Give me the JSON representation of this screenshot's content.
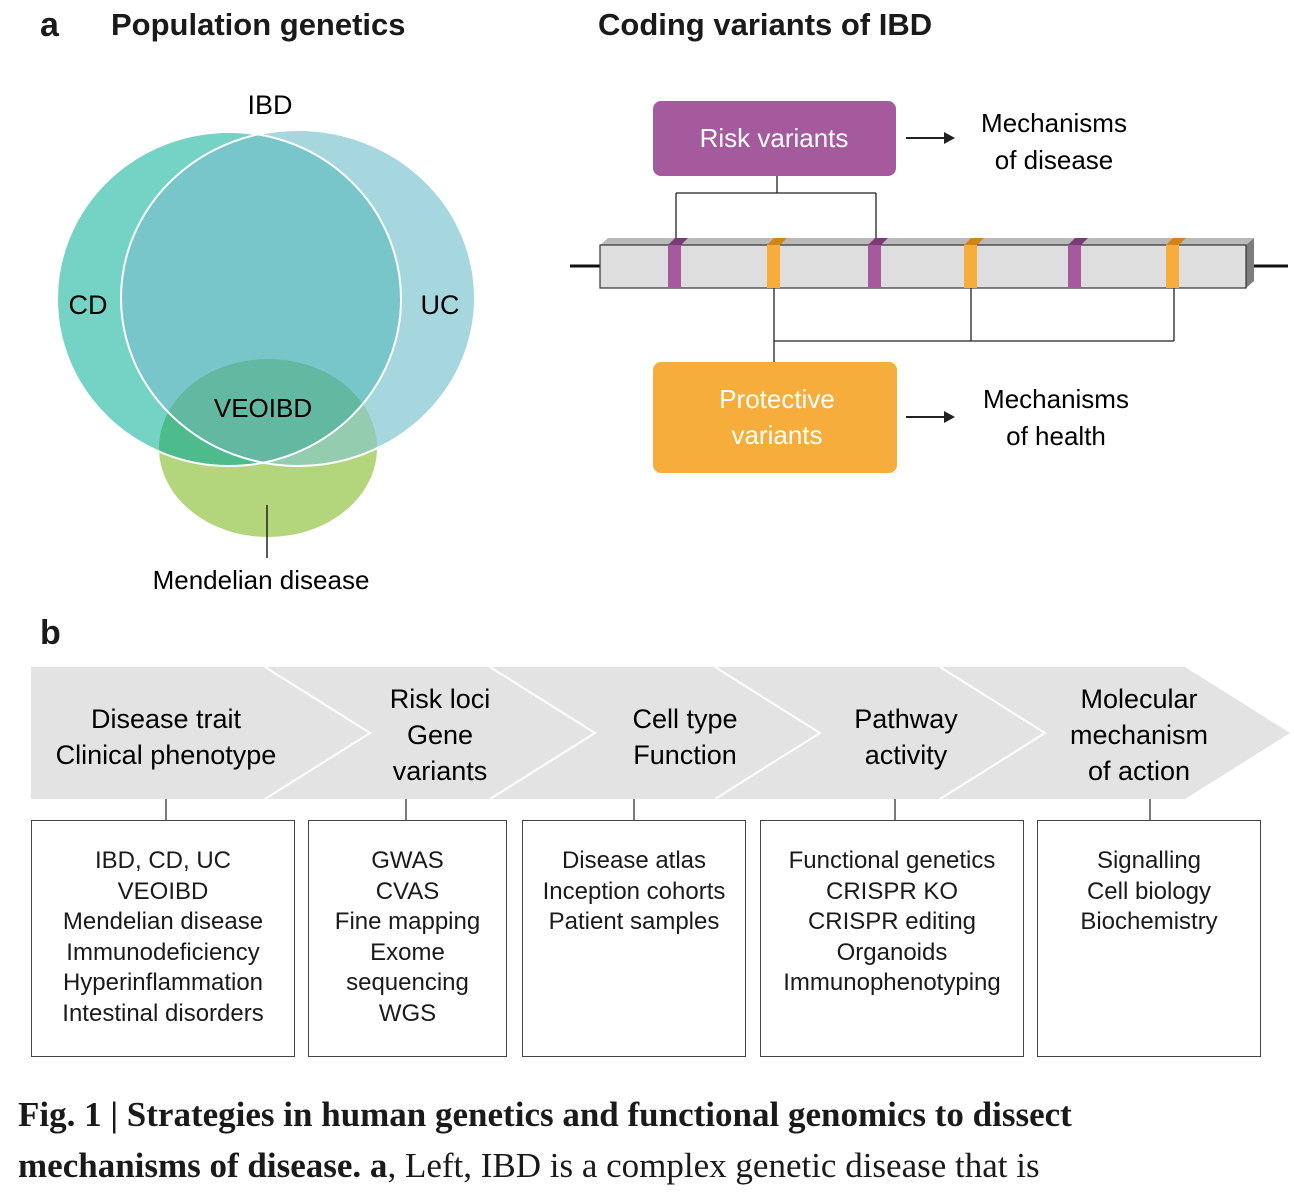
{
  "panel_a": {
    "letter": "a",
    "left_title": "Population genetics",
    "right_title": "Coding variants of IBD",
    "venn": {
      "ibd": "IBD",
      "cd": "CD",
      "uc": "UC",
      "veoibd": "VEOIBD",
      "mendelian": "Mendelian disease"
    },
    "variants": {
      "risk": "Risk variants",
      "risk_outcome_line1": "Mechanisms",
      "risk_outcome_line2": "of disease",
      "protective_line1": "Protective",
      "protective_line2": "variants",
      "protective_outcome_line1": "Mechanisms",
      "protective_outcome_line2": "of health",
      "arrow_glyph": "→"
    }
  },
  "panel_b": {
    "letter": "b",
    "steps": [
      {
        "lines": [
          "Disease trait",
          "Clinical phenotype"
        ]
      },
      {
        "lines": [
          "Risk loci",
          "Gene",
          "variants"
        ]
      },
      {
        "lines": [
          "Cell type",
          "Function"
        ]
      },
      {
        "lines": [
          "Pathway",
          "activity"
        ]
      },
      {
        "lines": [
          "Molecular",
          "mechanism",
          "of action"
        ]
      }
    ],
    "boxes": [
      {
        "items": [
          "IBD, CD, UC",
          "VEOIBD",
          "Mendelian disease",
          "Immunodeficiency",
          "Hyperinflammation",
          "Intestinal disorders"
        ]
      },
      {
        "items": [
          "GWAS",
          "CVAS",
          "Fine mapping",
          "Exome",
          "sequencing",
          "WGS"
        ]
      },
      {
        "items": [
          "Disease atlas",
          "Inception cohorts",
          "Patient samples"
        ]
      },
      {
        "items": [
          "Functional genetics",
          "CRISPR KO",
          "CRISPR editing",
          "Organoids",
          "Immunophenotyping"
        ]
      },
      {
        "items": [
          "Signalling",
          "Cell biology",
          "Biochemistry"
        ]
      }
    ]
  },
  "caption": {
    "bold_line1": "Fig. 1 | Strategies in human genetics and functional genomics to dissect",
    "bold_line2": "mechanisms of disease. a",
    "regular_line2": ", Left, IBD is a complex genetic disease that is"
  },
  "colors": {
    "cd_circle": "#6fd3c4",
    "uc_circle": "#9dd3dc",
    "overlap": "#74c6ca",
    "mendelian": "#b2d67c",
    "risk": "#a65a9e",
    "protective": "#f7ad3b",
    "chevron": "#e3e3e3"
  }
}
